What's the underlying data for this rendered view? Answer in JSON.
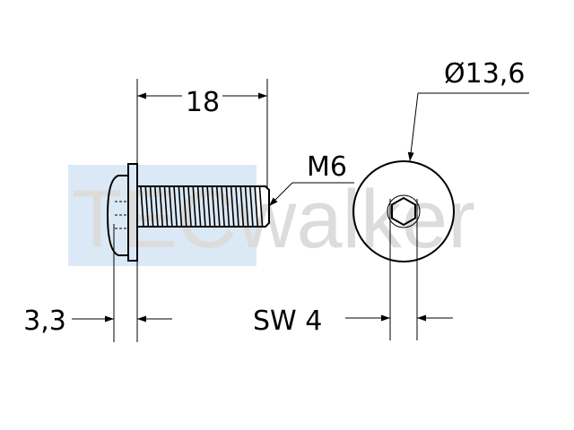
{
  "drawing": {
    "watermark": {
      "logo_text": "TECwalker",
      "accent_color": "#dbe9f6",
      "text_color": "#dcdcdc"
    },
    "labels": {
      "length": "18",
      "thread": "M6",
      "head_diameter": "Ø13,6",
      "head_height": "3,3",
      "socket_size": "SW 4"
    }
  }
}
